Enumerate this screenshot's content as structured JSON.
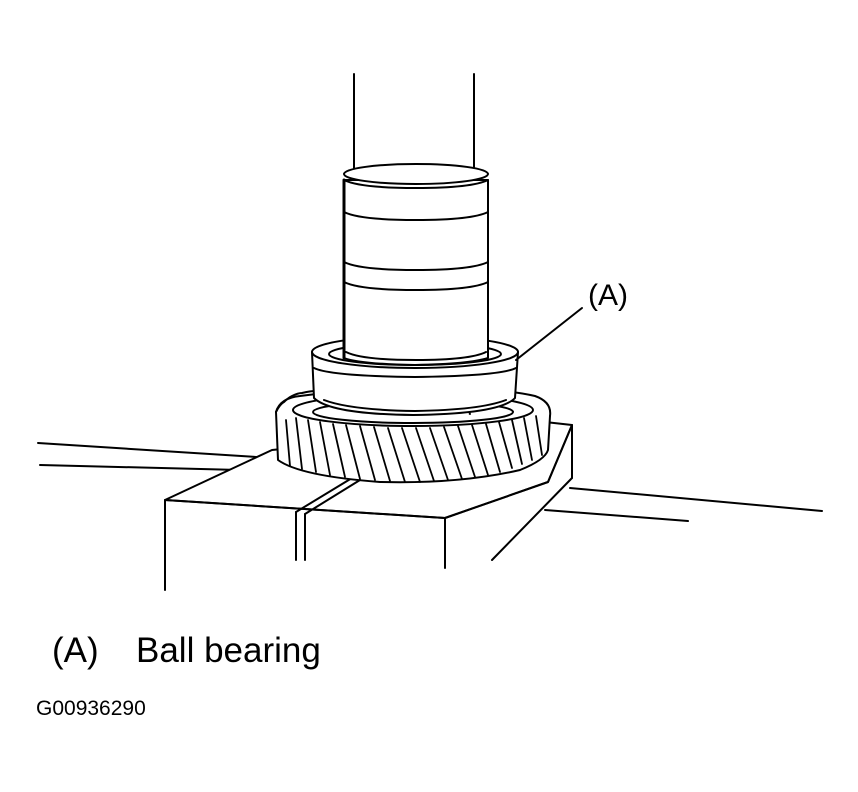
{
  "callout": {
    "label": "(A)"
  },
  "legend": {
    "items": [
      {
        "key": "(A)",
        "description": "Ball bearing"
      }
    ]
  },
  "figure_id": "G00936290",
  "colors": {
    "stroke": "#000000",
    "fill": "#ffffff"
  }
}
